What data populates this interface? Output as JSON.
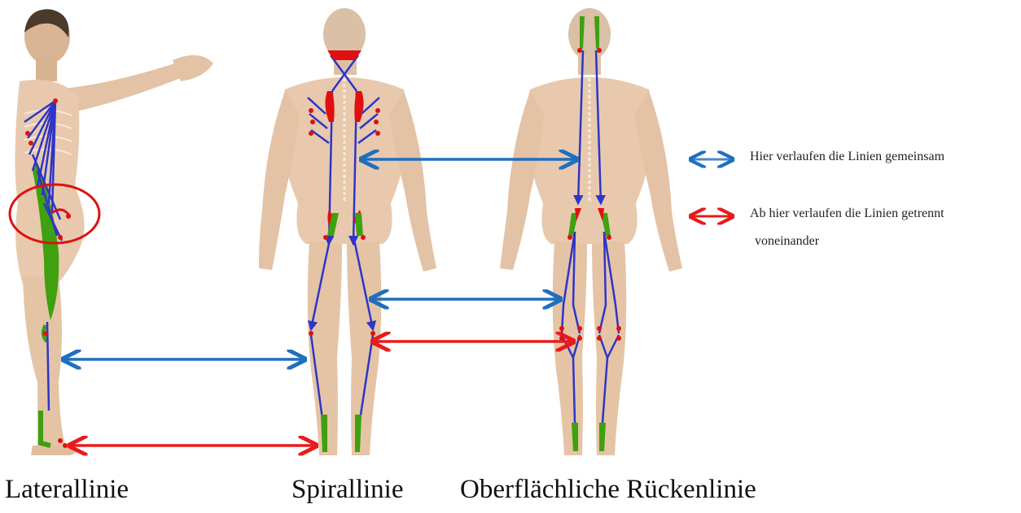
{
  "colors": {
    "shared_arrow": "#1f6fbf",
    "split_arrow": "#e81b1b",
    "line_blue": "#2e35c8",
    "line_green": "#3fa010",
    "line_red": "#e01010",
    "skin": "#e8c9ad",
    "bone": "#f3e9da"
  },
  "legend": {
    "shared_label": "Hier verlaufen die Linien gemeinsam",
    "split_label_line1": "Ab hier verlaufen die Linien getrennt",
    "split_label_line2": "voneinander"
  },
  "captions": {
    "lateral": "Laterallinie",
    "spiral": "Spirallinie",
    "back": "Oberflächliche Rückenlinie"
  },
  "figures": [
    {
      "name": "lateral-figure",
      "view": "side"
    },
    {
      "name": "spiral-figure",
      "view": "back"
    },
    {
      "name": "back-line-figure",
      "view": "back"
    }
  ]
}
